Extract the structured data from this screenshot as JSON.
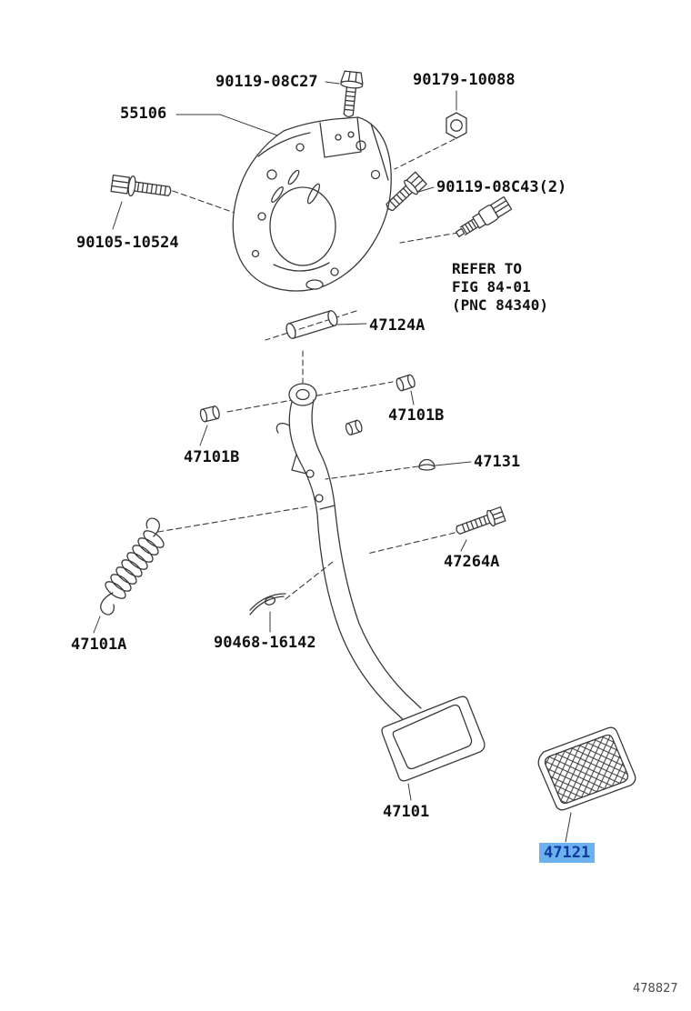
{
  "page": {
    "background": "#ffffff",
    "drawing_number": "478827"
  },
  "colors": {
    "line_art": "#3a3a3a",
    "label_text": "#111111",
    "highlight_background": "#6cb2f0",
    "highlight_text": "#103a9b",
    "drawing_number_text": "#4a4a4a"
  },
  "labels": {
    "bolt_top": "90119-08C27",
    "nut_top": "90179-10088",
    "bracket": "55106",
    "bolt_left": "90105-10524",
    "bolt_right": "90119-08C43(2)",
    "spacer": "47124A",
    "collar_right": "47101B",
    "collar_left": "47101B",
    "pin_cap": "47131",
    "pivot_bolt": "47264A",
    "spring": "47101A",
    "clip": "90468-16142",
    "pedal": "47101",
    "pad": "47121"
  },
  "note": {
    "line1": "REFER TO",
    "line2": "FIG 84-01",
    "line3": "(PNC 84340)"
  }
}
